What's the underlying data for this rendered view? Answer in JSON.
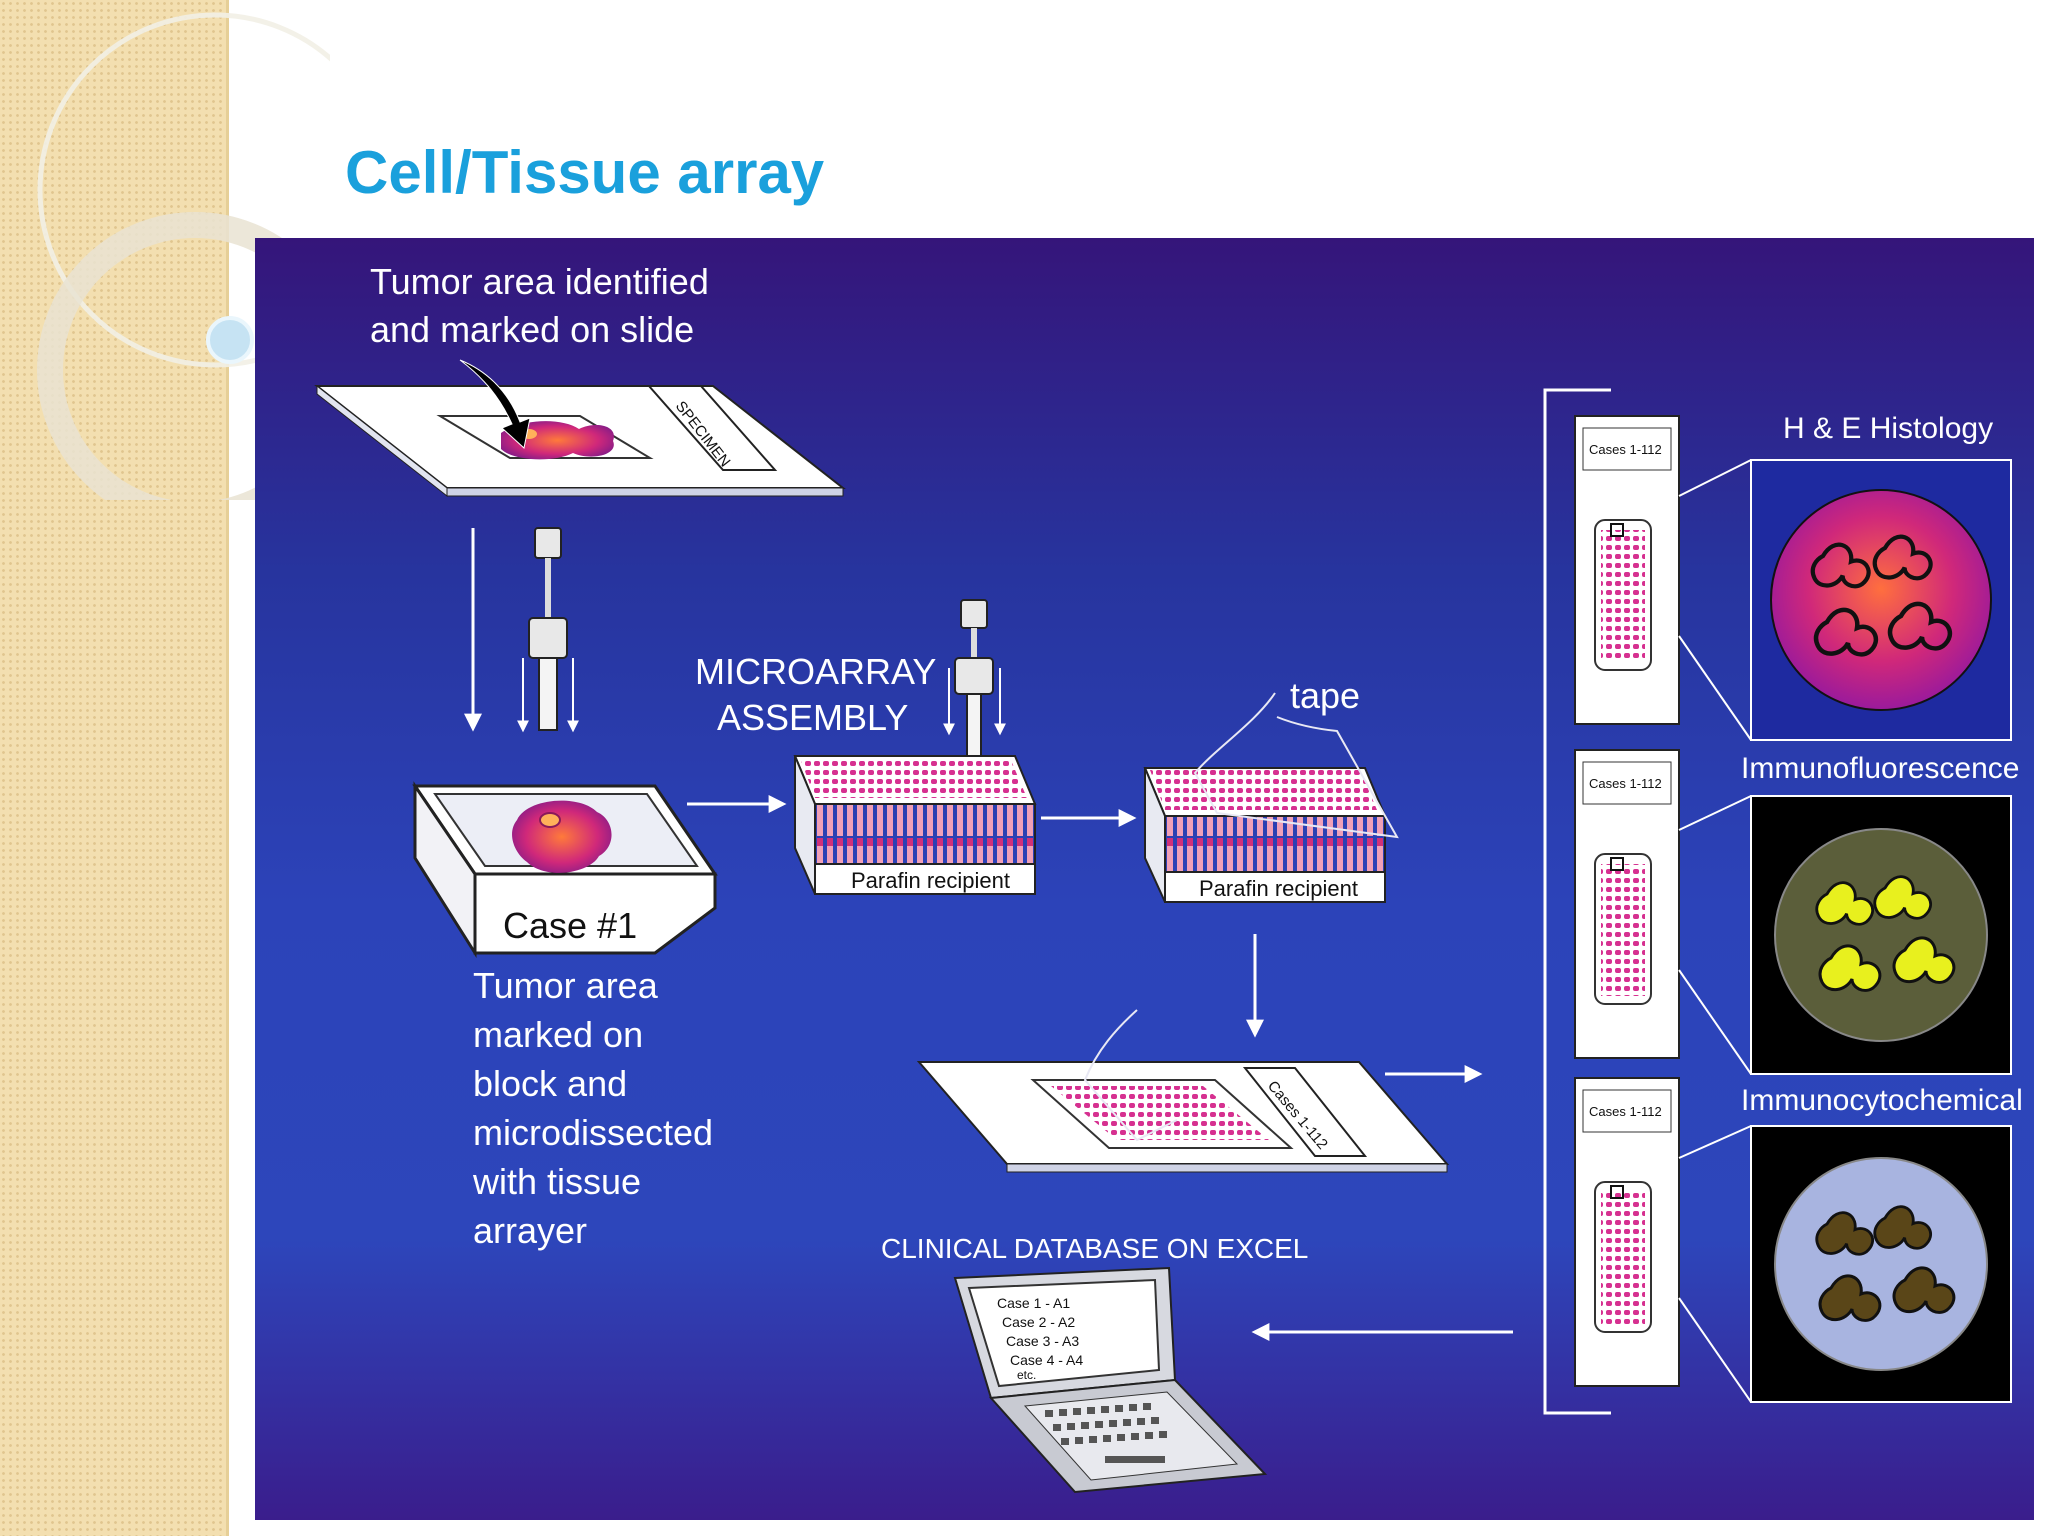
{
  "slide": {
    "title": "Cell/Tissue array"
  },
  "diagram": {
    "step1_caption": [
      "Tumor area identified",
      "and marked on slide"
    ],
    "slide_label": "SPECIMEN",
    "block_label": "Case #1",
    "step2_caption": [
      "Tumor area",
      "marked on",
      "block and",
      "microdissected",
      "with tissue",
      "arrayer"
    ],
    "assembly_caption": [
      "MICROARRAY",
      "ASSEMBLY"
    ],
    "recipient_label": "Parafin recipient",
    "recipient_label_2": "Parafin recipient",
    "tape_label": "tape",
    "array_slide_label": "Cases 1-112",
    "database_caption": "CLINICAL DATABASE ON EXCEL",
    "laptop_lines": [
      "Case 1 - A1",
      "Case 2 - A2",
      "Case 3 - A3",
      "Case 4 - A4",
      "etc."
    ],
    "slide_cards": [
      "Cases 1-112",
      "Cases 1-112",
      "Cases 1-112"
    ],
    "panels": [
      {
        "title": "H & E Histology",
        "bg": "#000000"
      },
      {
        "title": "Immunofluorescence",
        "bg": "#000000"
      },
      {
        "title": "Immunocytochemical",
        "bg": "#000000"
      }
    ]
  }
}
